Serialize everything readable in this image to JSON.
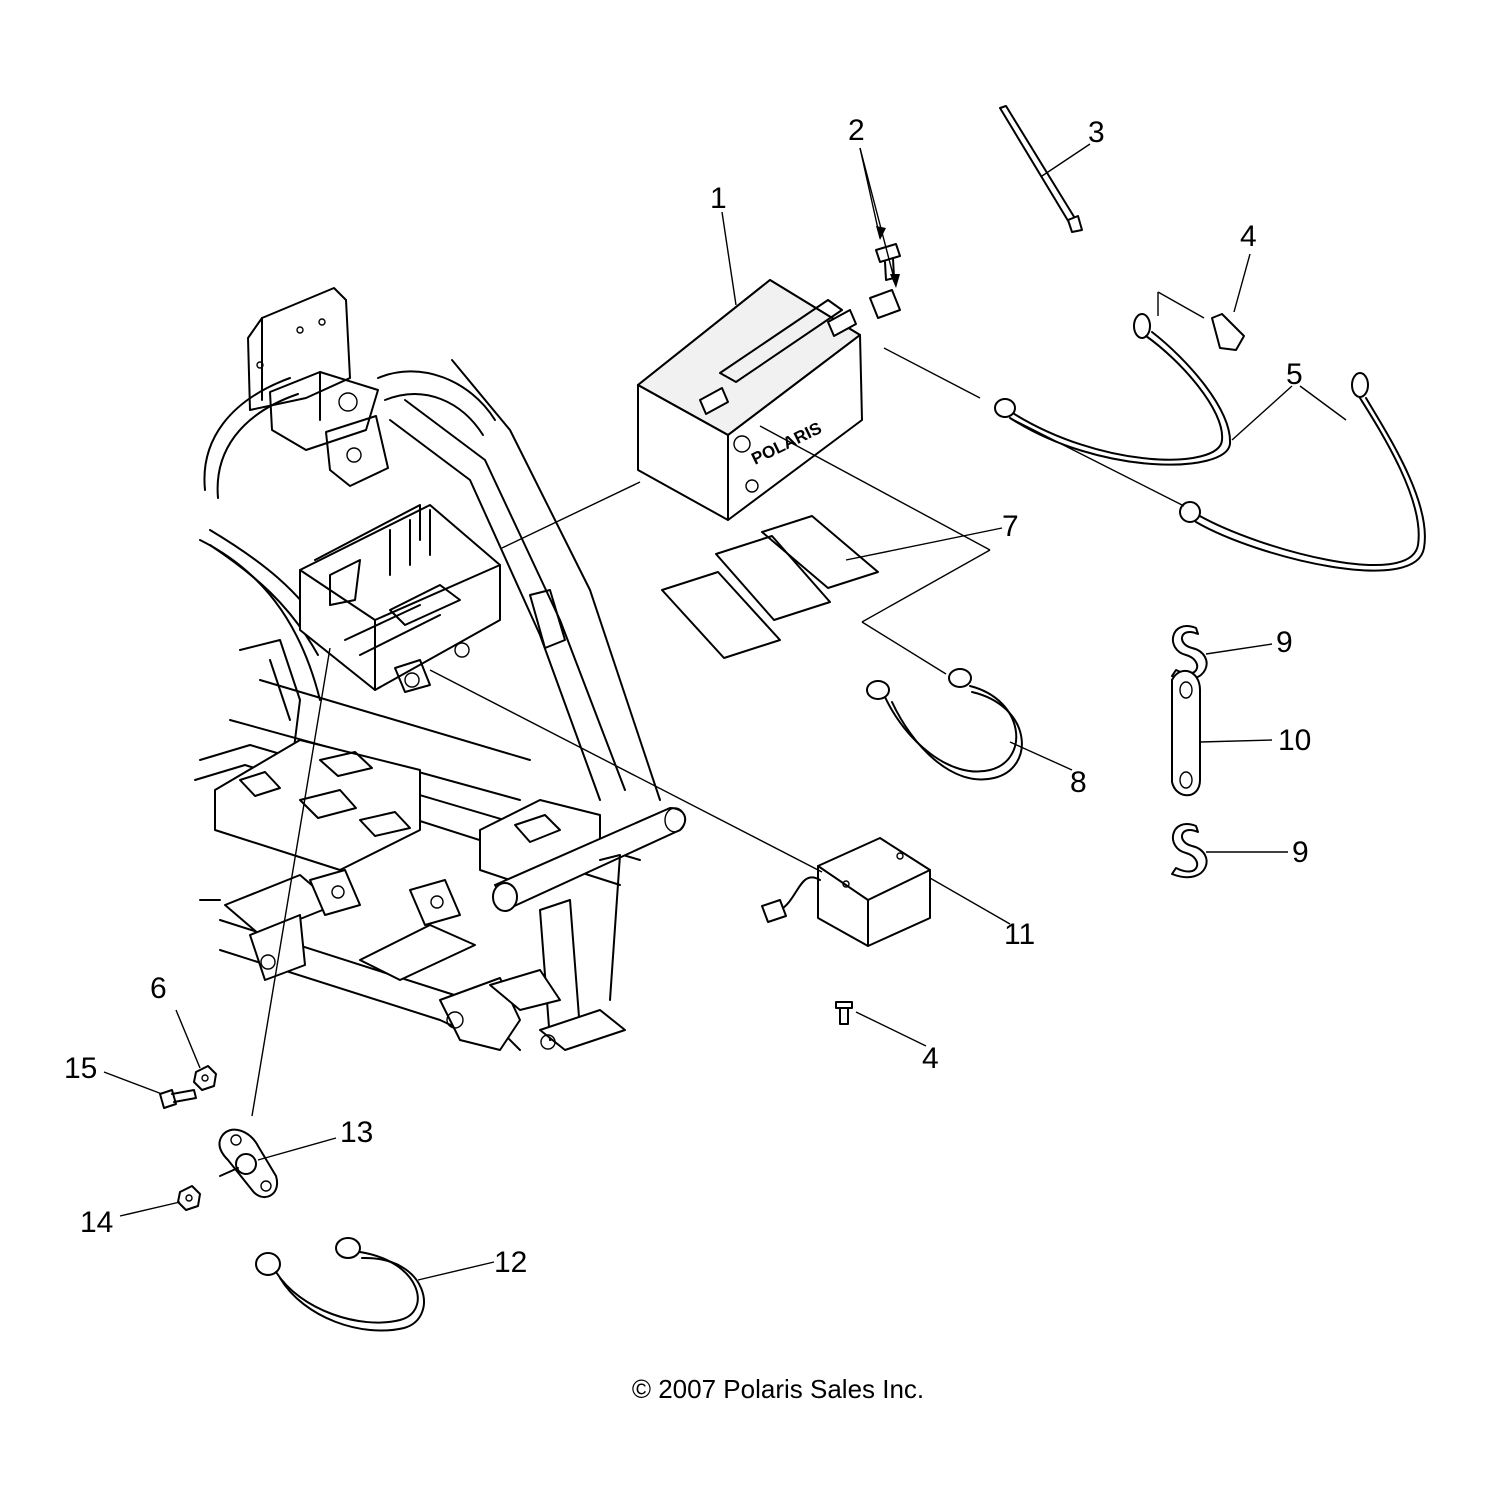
{
  "diagram": {
    "callouts": {
      "c1": "1",
      "c2": "2",
      "c3": "3",
      "c4a": "4",
      "c4b": "4",
      "c5": "5",
      "c6": "6",
      "c7": "7",
      "c8": "8",
      "c9a": "9",
      "c9b": "9",
      "c10": "10",
      "c11": "11",
      "c12": "12",
      "c13": "13",
      "c14": "14",
      "c15": "15"
    },
    "battery_brand": "POLARIS",
    "copyright": "© 2007 Polaris Sales Inc."
  }
}
